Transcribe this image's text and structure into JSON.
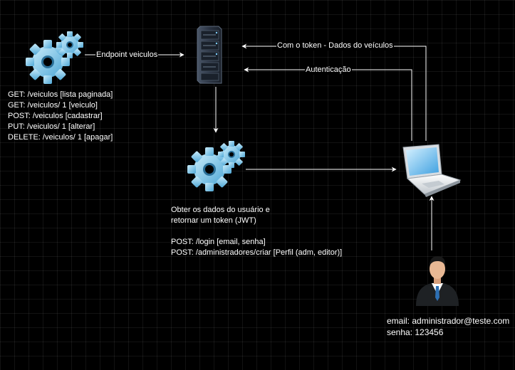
{
  "diagram": {
    "edges": {
      "endpoint_label": "Endpoint veiculos",
      "token_label": "Com o token - Dados do veículos",
      "auth_label": "Autenticação"
    },
    "api_endpoints": [
      "GET: /veiculos [lista paginada]",
      "GET: /veiculos/ 1 [veiculo]",
      "POST: /veiculos [cadastrar]",
      "PUT: /veiculos/ 1 [alterar]",
      "DELETE: /veiculos/ 1 [apagar]"
    ],
    "auth_description": [
      "Obter os dados do usuário e",
      "retornar um token (JWT)"
    ],
    "auth_endpoints": [
      "POST: /login [email, senha]",
      "POST: /administradores/criar [Perfil (adm, editor)]"
    ],
    "user_credentials": {
      "email": "email: administrador@teste.com",
      "password": "senha: 123456"
    }
  },
  "icons": {
    "api_gears": "gears-icon",
    "auth_gears": "gears-icon",
    "server": "server-rack-icon",
    "laptop": "laptop-icon",
    "user": "businessman-avatar-icon"
  },
  "colors": {
    "background": "#000000",
    "text": "#ffffff",
    "connector": "#ffffff",
    "gear": "#7cc7ea",
    "server": "#2d3848",
    "suit": "#1e2124"
  }
}
